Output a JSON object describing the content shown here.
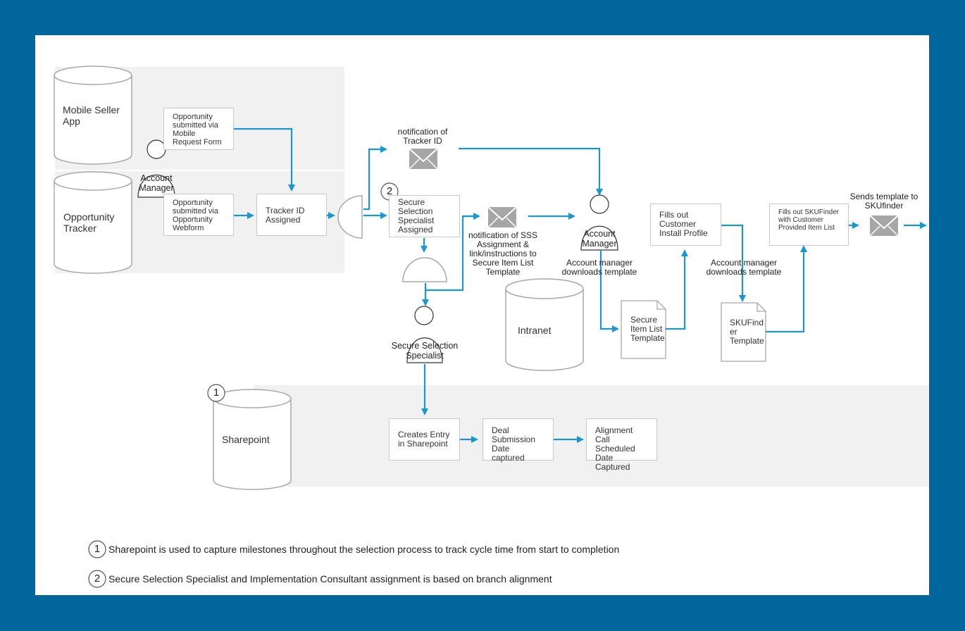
{
  "databases": {
    "mobile_seller": "Mobile Seller App",
    "opportunity_tracker": "Opportunity Tracker",
    "intranet": "Intranet",
    "sharepoint": "Sharepoint"
  },
  "boxes": {
    "mobile_request": "Opportunity submitted via Mobile Request Form",
    "webform": "Opportunity submitted via Opportunity Webform",
    "tracker_id": "Tracker ID Assigned",
    "sss_assigned": "Secure Selection Specialist Assigned",
    "install_profile": "Fills out Customer Install Profile",
    "skufinder_fill": "Fills out SKUFinder with Customer Provided Item List",
    "creates_entry": "Creates Entry in Sharepoint",
    "deal_submission": "Deal Submission Date captured",
    "alignment_call": "Alignment Call Scheduled Date Captured"
  },
  "documents": {
    "secure_item_list": "Secure Item List Template",
    "skufinder_template": "SKUFind er Template"
  },
  "persons": {
    "account_manager_1": "Account Manager",
    "account_manager_2": "Account Manager",
    "secure_selection_specialist": "Secure Selection Specialist"
  },
  "labels": {
    "notif_tracker": "notification of Tracker ID",
    "notif_sss": "notification of SSS Assignment & link/instructions to Secure Item List Template",
    "am_downloads_1": "Account manager downloads template",
    "am_downloads_2": "Account manager downloads template",
    "sends_template": "Sends template to SKUfinder"
  },
  "markers": {
    "one": "1",
    "two": "2"
  },
  "notes": [
    {
      "num": "1",
      "text": "Sharepoint is used to capture milestones throughout the selection process to track cycle time from start to completion"
    },
    {
      "num": "2",
      "text": "Secure Selection Specialist and Implementation Consultant assignment is based on branch alignment"
    }
  ],
  "colors": {
    "frame": "#00669c",
    "connector": "#1a96d0",
    "envelope": "#a6a6a6",
    "band": "#f1f1f1"
  }
}
